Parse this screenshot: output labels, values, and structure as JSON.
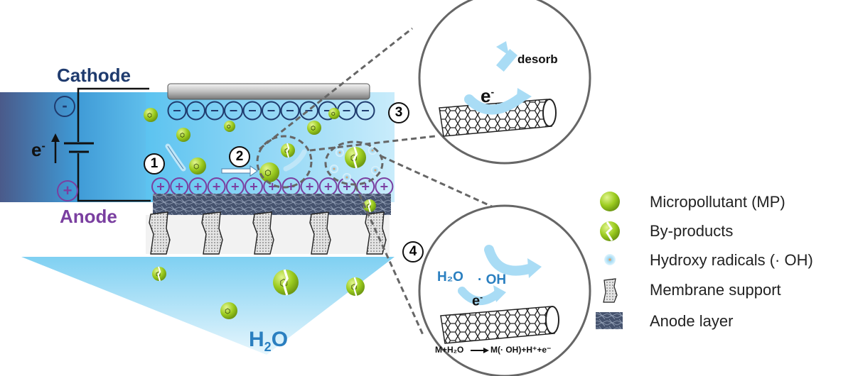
{
  "labels": {
    "cathode": "Cathode",
    "anode": "Anode",
    "minus_sign": "-",
    "plus_sign": "+",
    "electron": "e",
    "electron_sup": "-",
    "water": "H",
    "water_sub": "2",
    "water_o": "O"
  },
  "steps": [
    "1",
    "2",
    "3",
    "4"
  ],
  "zoom3": {
    "desorb": "desorb",
    "electron": "e",
    "electron_sup": "-"
  },
  "zoom4": {
    "water": "H₂O",
    "hydroxyl": "· OH",
    "electron": "e",
    "electron_sup": "-",
    "equation_left": "M+H₂O",
    "equation_right": "M(· OH)+H⁺+e⁻"
  },
  "legend": [
    {
      "label": "Micropollutant (MP)",
      "icon": "micropollutant-icon"
    },
    {
      "label": "By-products",
      "icon": "byproduct-icon"
    },
    {
      "label": "Hydroxy radicals (· OH)",
      "icon": "hydroxy-radical-icon"
    },
    {
      "label": "Membrane support",
      "icon": "membrane-support-icon"
    },
    {
      "label": "Anode layer",
      "icon": "anode-layer-icon"
    }
  ],
  "colors": {
    "cathode_text": "#1f3b6e",
    "anode_text": "#7a3fa0",
    "water_text": "#2a7fc0",
    "pollutant_green": "#8cc21a",
    "reactor_blue": "#7fd0f2"
  }
}
